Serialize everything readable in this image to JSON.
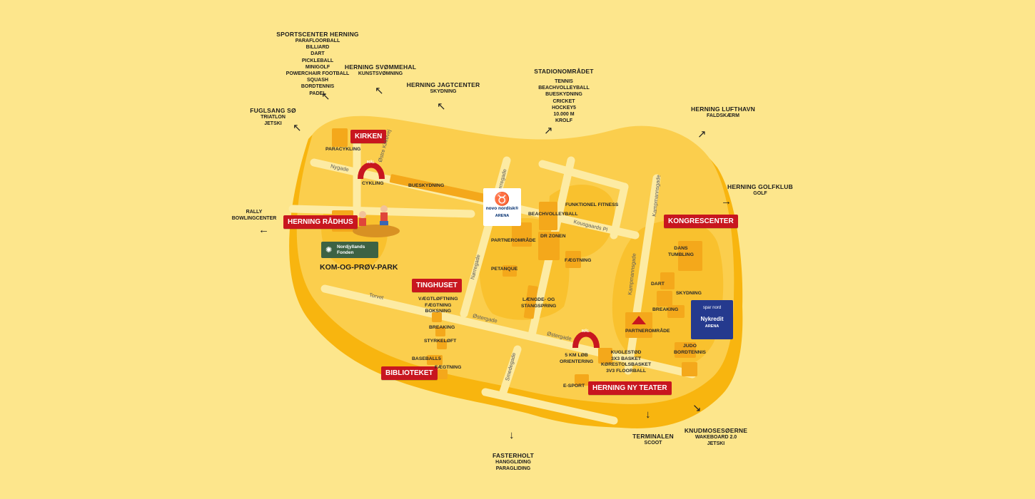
{
  "colors": {
    "background": "#fde68c",
    "island_shadow": "#f8b50f",
    "island": "#fbce4d",
    "zone": "#f9c12e",
    "zone_dark": "#f4a81b",
    "road": "#fdeba3",
    "badge": "#c8161f",
    "spar_nord": "#253a8e",
    "nordjyllands": "#3d6244"
  },
  "outside_locations": [
    {
      "id": "sportscenter",
      "title": "SPORTSCENTER HERNING",
      "items": [
        "PARAFLOORBALL",
        "BILLIARD",
        "DART",
        "PICKLEBALL",
        "MINIGOLF",
        "POWERCHAIR FOOTBALL",
        "SQUASH",
        "BORDTENNIS",
        "PADEL"
      ]
    },
    {
      "id": "svommehal",
      "title": "HERNING SVØMMEHAL",
      "items": [
        "KUNSTSVØMNING"
      ]
    },
    {
      "id": "jagtcenter",
      "title": "HERNING JAGTCENTER",
      "items": [
        "SKYDNING"
      ]
    },
    {
      "id": "stadion",
      "title": "STADIONOMRÅDET",
      "items": [
        "TENNIS",
        "BEACHVOLLEYBALL",
        "BUESKYDNING",
        "CRICKET",
        "HOCKEY5",
        "10.000 M",
        "KROLF"
      ]
    },
    {
      "id": "lufthavn",
      "title": "HERNING LUFTHAVN",
      "items": [
        "FALDSKÆRM"
      ]
    },
    {
      "id": "golfklub",
      "title": "HERNING GOLFKLUB",
      "items": [
        "GOLF"
      ]
    },
    {
      "id": "fuglsang",
      "title": "FUGLSANG SØ",
      "items": [
        "TRIATLON",
        "JETSKI"
      ]
    },
    {
      "id": "rally",
      "title": "",
      "items": [
        "RALLY",
        "BOWLINGCENTER"
      ]
    },
    {
      "id": "fasterholt",
      "title": "FASTERHOLT",
      "items": [
        "HANGGLIDING",
        "PARAGLIDING"
      ]
    },
    {
      "id": "terminalen",
      "title": "TERMINALEN",
      "items": [
        "SCOOT"
      ]
    },
    {
      "id": "knudmose",
      "title": "KNUDMOSESØERNE",
      "items": [
        "WAKEBOARD 2.0",
        "JETSKI"
      ]
    }
  ],
  "arrows": {
    "sportscenter": "↖",
    "svommehal": "↖",
    "jagtcenter": "↖",
    "stadion": "↗",
    "lufthavn": "↗",
    "golfklub": "→",
    "fuglsang": "↖",
    "rally": "←",
    "fasterholt": "↓",
    "terminalen": "↓",
    "knudmose": "↘"
  },
  "badges": {
    "kirken": "KIRKEN",
    "raadhus": "HERNING RÅDHUS",
    "tinghuset": "TINGHUSET",
    "biblioteket": "BIBLIOTEKET",
    "kongrescenter": "KONGRESCENTER",
    "teater": "HERNING NY TEATER"
  },
  "activities": {
    "paracykling": "PARACYKLING",
    "cykling": "CYKLING",
    "bueskydning": "BUESKYDNING",
    "funktionel": "FUNKTIONEL FITNESS",
    "beachvolley": "BEACHVOLLEYBALL",
    "drzonen": "DR ZONEN",
    "partner1": "PARTNEROMRÅDE",
    "petanque": "PETANQUE",
    "faegtning1": "FÆGTNING",
    "laengde": "LÆNGDE- OG\nSTANGSPRING",
    "vaegt": "VÆGTLØFTNING\nFÆGTNING\nBOKSNING",
    "breaking1": "BREAKING",
    "styrkeloft": "STYRKELØFT",
    "baseball": "BASEBALL5",
    "faegtning2": "FÆGTNING",
    "dans": "DANS\nTUMBLING",
    "dart": "DART",
    "skydning": "SKYDNING",
    "breaking2": "BREAKING",
    "partner2": "PARTNEROMRÅDE",
    "judo": "JUDO\nBORDTENNIS",
    "kuglestod": "KUGLESTØD\n3X3 BASKET\nKØRESTOLSBASKET\n3V3 FLOORBALL",
    "lob": "5 KM LØB\nORIENTERING",
    "esport": "E-SPORT"
  },
  "streets": {
    "nygade": "Nygade",
    "ostre_kirkevej": "Østre Kirkevej",
    "norregade1": "Nørregade",
    "norregade2": "Nørregade",
    "kousgaards": "Kousgaards Pl",
    "kampmann1": "Kampmannsgade",
    "kampmann2": "Kampmannsgade",
    "torvet": "Torvet",
    "ostergade1": "Østergade",
    "ostergade2": "Østergade",
    "smedegade": "Smedegade"
  },
  "goal_label": "MÅL",
  "logos": {
    "novo_name": "novo nordisk®",
    "novo_arena": "ARENA",
    "spar_top": "spar nord",
    "spar_name": "Nykredit",
    "spar_arena": "ARENA",
    "nordjyllands": "Nordjyllands\nFonden",
    "park_name": "KOM-OG-PRØV-PARK"
  }
}
